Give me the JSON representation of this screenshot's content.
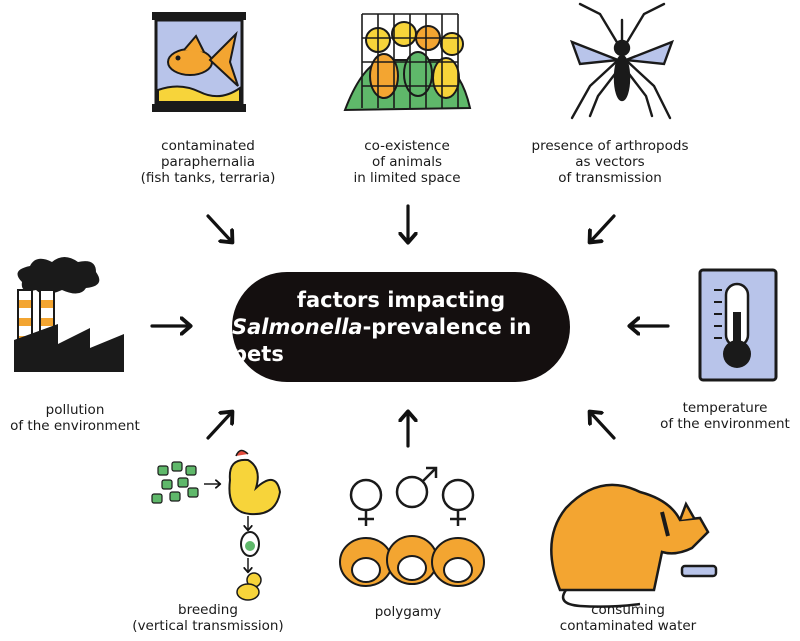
{
  "center": {
    "line1": "factors impacting",
    "genus": "Salmonella",
    "line2_rest": "-prevalence in pets"
  },
  "factors": [
    {
      "id": "paraphernalia",
      "lines": [
        "contaminated",
        "paraphernalia",
        "(fish tanks, terraria)"
      ]
    },
    {
      "id": "coexistence",
      "lines": [
        "co-existence",
        "of animals",
        "in limited space"
      ]
    },
    {
      "id": "arthropods",
      "lines": [
        "presence of arthropods",
        "as vectors",
        "of transmission"
      ]
    },
    {
      "id": "pollution",
      "lines": [
        "pollution",
        "of the environment"
      ]
    },
    {
      "id": "temperature",
      "lines": [
        "temperature",
        "of the environment"
      ]
    },
    {
      "id": "breeding",
      "lines": [
        "breeding",
        "(vertical transmission)"
      ]
    },
    {
      "id": "polygamy",
      "lines": [
        "polygamy"
      ]
    },
    {
      "id": "water",
      "lines": [
        "consuming",
        "contaminated water"
      ]
    }
  ],
  "colors": {
    "center_fill": "#140f0f",
    "orange": "#f3a531",
    "green": "#5fb86a",
    "yellow": "#f7d43a",
    "blue": "#b8c4ea",
    "stroke": "#1a1a1a"
  },
  "icons": [
    "fish-tank-icon",
    "parrots-cage-icon",
    "mosquito-icon",
    "factory-icon",
    "thermometer-icon",
    "chicken-egg-icon",
    "hamsters-gender-icon",
    "cat-drinking-icon"
  ]
}
